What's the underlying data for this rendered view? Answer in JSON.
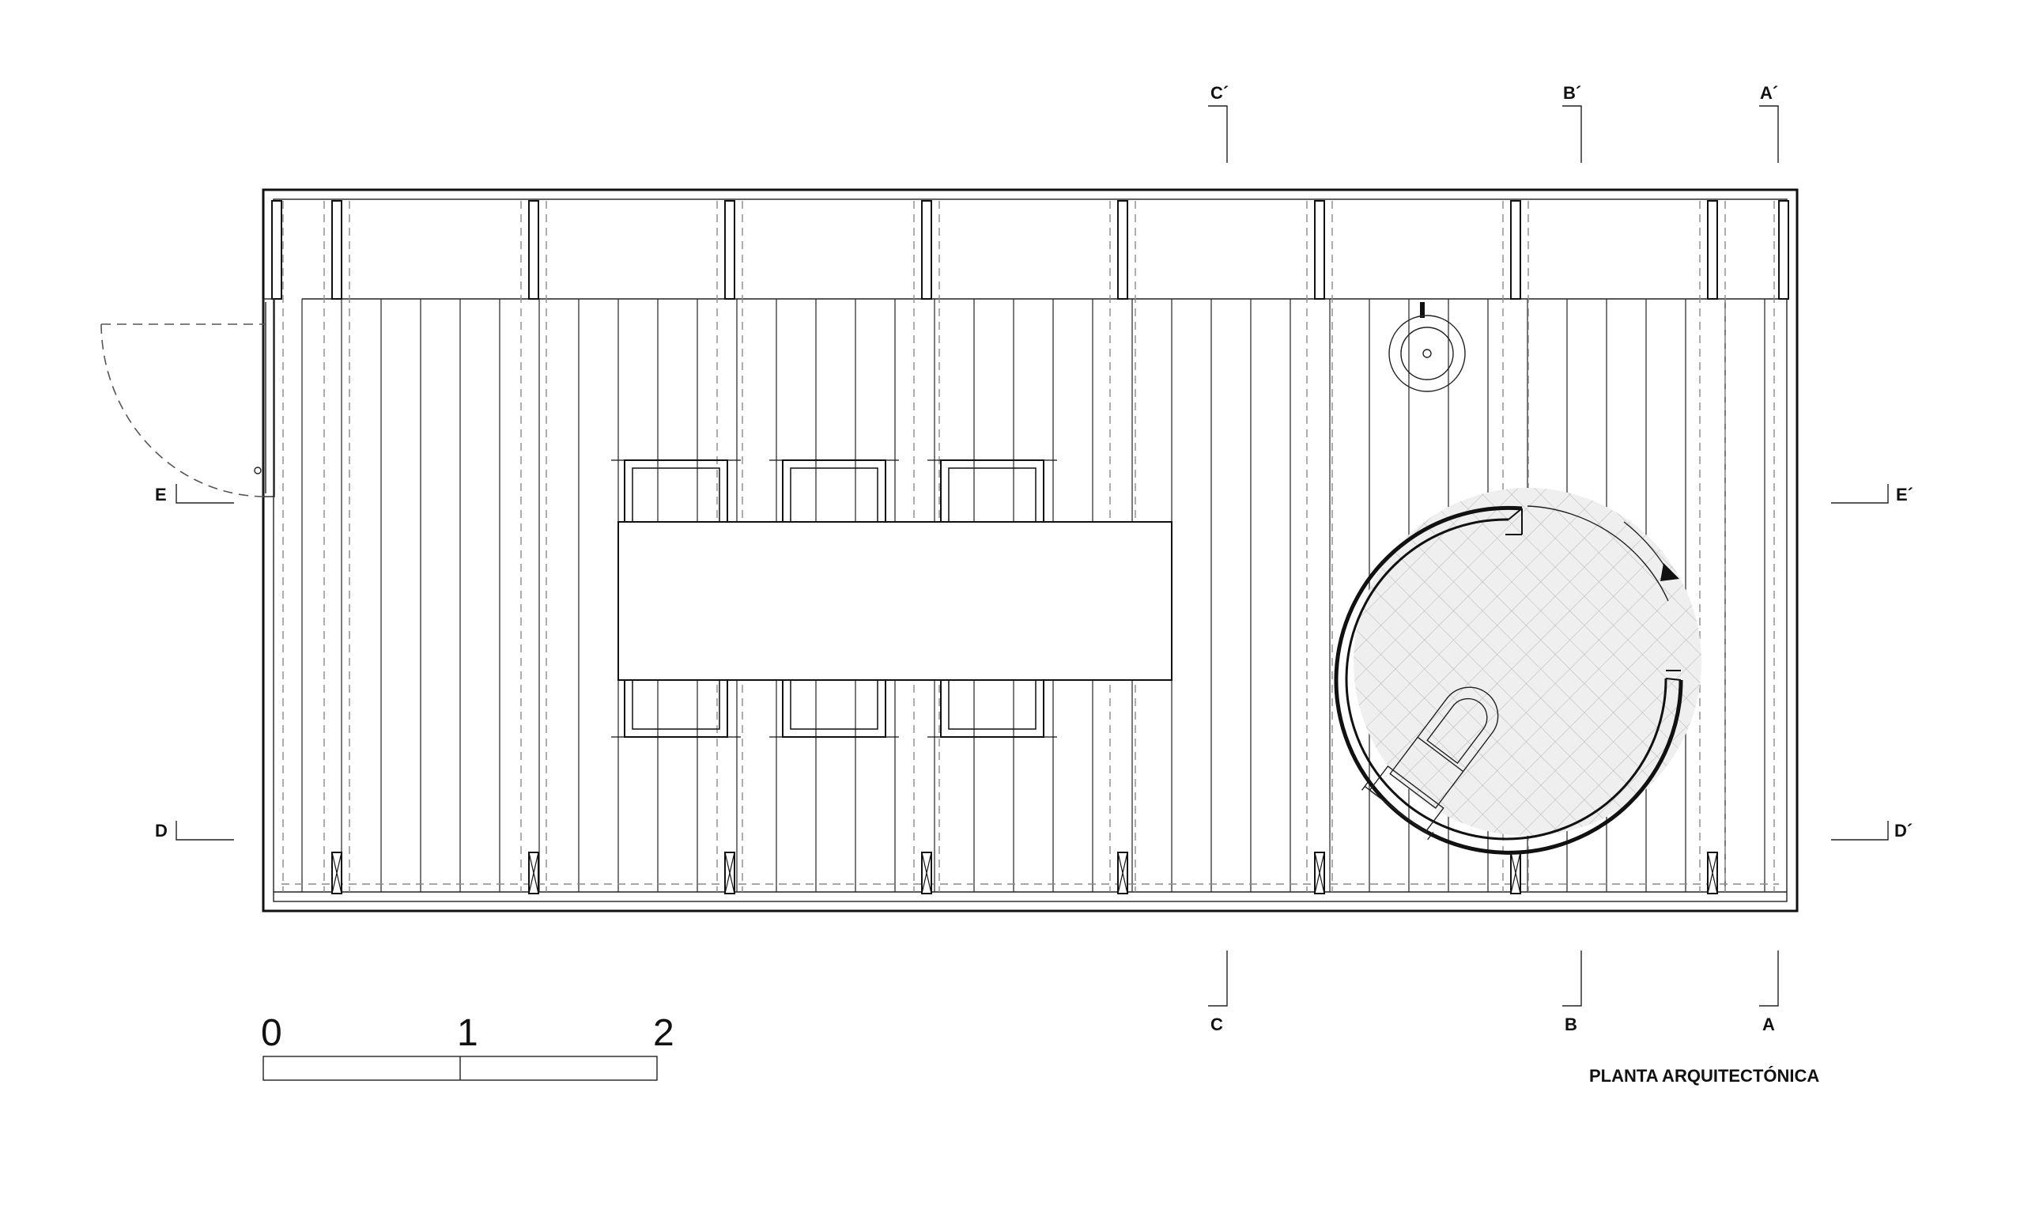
{
  "drawing": {
    "title": "PLANTA ARQUITECTÓNICA",
    "colors": {
      "line": "#111111",
      "hidden": "#8a8a8a",
      "background": "#ffffff"
    }
  },
  "section_marks": {
    "c_top": "C´",
    "b_top": "B´",
    "a_top": "A´",
    "c_bottom": "C",
    "b_bottom": "B",
    "a_bottom": "A",
    "e_left": "E",
    "e_right": "E´",
    "d_left": "D",
    "d_right": "D´"
  },
  "scale_bar": {
    "labels": [
      "0",
      "1",
      "2"
    ],
    "unit_count": 2
  },
  "symbols": [
    "door-swing-icon",
    "table-icon",
    "chair-icon",
    "sink-icon",
    "shower-enclosure-icon",
    "toilet-icon",
    "sliding-door-arrow-icon",
    "column-icon"
  ]
}
